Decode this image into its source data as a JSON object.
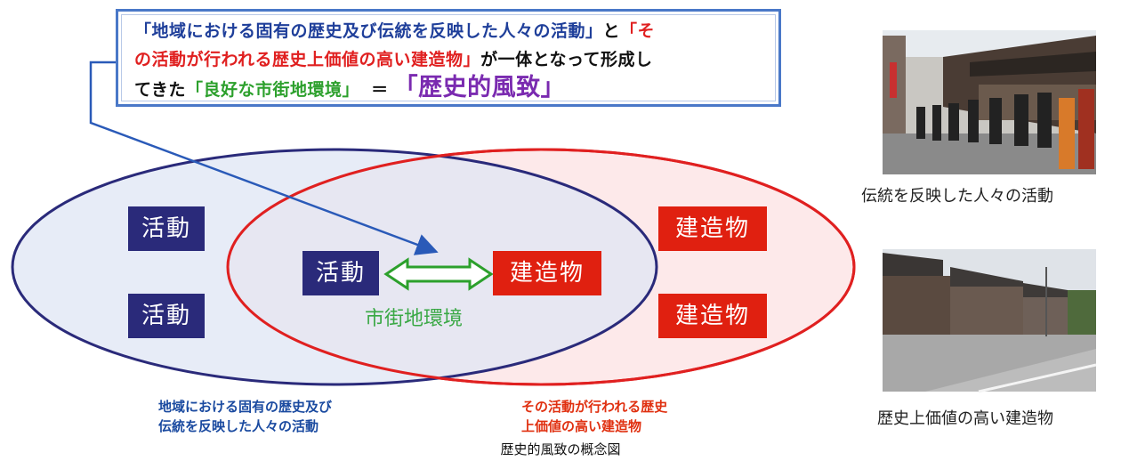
{
  "callout": {
    "line1_quote": "「地域における固有の歴史及び伝統を反映した人々の活動」",
    "line1_conj": "と",
    "line1_red": "「そ",
    "line2_red": "の活動が行われる歴史上価値の高い建造物」",
    "line2_rest": "が一体となって形成し",
    "line3_prefix": "てきた",
    "line3_green": "「良好な市街地環境」",
    "line3_eq": "＝",
    "line3_purple": "「歴史的風致」"
  },
  "tags": {
    "activity_1": "活動",
    "activity_2": "活動",
    "activity_center": "活動",
    "building_1": "建造物",
    "building_2": "建造物",
    "building_center": "建造物"
  },
  "environment_label": "市街地環境",
  "captions": {
    "left_line1": "地域における固有の歴史及び",
    "left_line2": "伝統を反映した人々の活動",
    "right_line1": "その活動が行われる歴史",
    "right_line2": "上価値の高い建造物"
  },
  "figure_title": "歴史的風致の概念図",
  "photos": {
    "top_caption": "伝統を反映した人々の活動",
    "bottom_caption": "歴史上価値の高い建造物"
  },
  "colors": {
    "activity_fill": "#2a2a7a",
    "building_fill": "#e02010",
    "left_ellipse_stroke": "#2a2a7a",
    "right_ellipse_stroke": "#e02020",
    "arrow_green": "#2ca02c",
    "callout_border": "#4a78c8"
  }
}
